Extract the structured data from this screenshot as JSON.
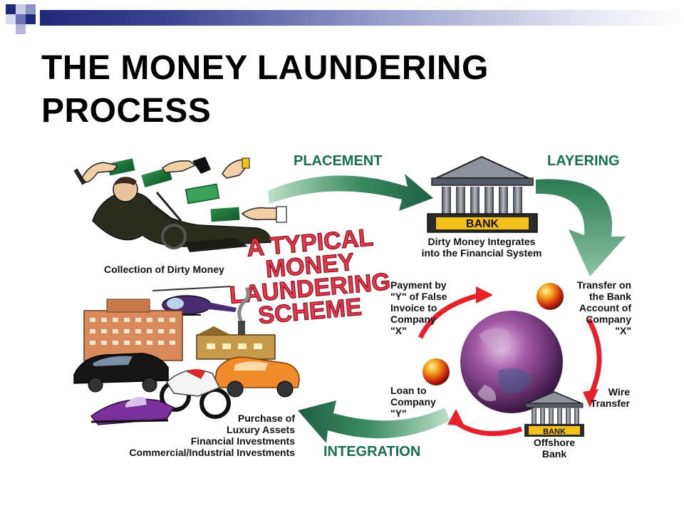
{
  "slide": {
    "title_lines": [
      "THE MONEY LAUNDERING",
      "PROCESS"
    ]
  },
  "diagram": {
    "scheme_lines": [
      "A TYPICAL",
      "MONEY",
      "LAUNDERING",
      "SCHEME"
    ],
    "stages": {
      "placement": "PLACEMENT",
      "layering": "LAYERING",
      "integration": "INTEGRATION"
    },
    "bank_sign": "BANK",
    "bank_caption": [
      "Dirty Money Integrates",
      "into the Financial System"
    ],
    "collection_caption": "Collection of Dirty Money",
    "payment_caption": [
      "Payment by",
      "\"Y\" of False",
      "Invoice to",
      "Company",
      "\"X\""
    ],
    "transfer_caption": [
      "Transfer on",
      "the Bank",
      "Account of",
      "Company",
      "\"X\""
    ],
    "loan_caption": [
      "Loan to",
      "Company",
      "\"Y\""
    ],
    "wire_caption": [
      "Wire",
      "Transfer"
    ],
    "offshore_sign": "BANK",
    "offshore_caption": [
      "Offshore",
      "Bank"
    ],
    "assets_caption": [
      "Purchase of",
      "Luxury Assets",
      "Financial Investments",
      "Commercial/Industrial Investments"
    ]
  },
  "colors": {
    "accent_navy": "#1f2a7a",
    "arrow_green": "#2f7a55",
    "cycle_red": "#e8202a",
    "scheme_red": "#e53a4c",
    "bank_sign_yellow": "#f2c21a",
    "globe_purple": "#7a3a7f"
  },
  "icons": [
    "hands-with-money-icon",
    "man-counting-money-icon",
    "bank-building-icon",
    "globe-icon",
    "offshore-bank-icon",
    "red-ball-icon",
    "helicopter-icon",
    "hotel-icon",
    "factory-icon",
    "sports-car-icon",
    "motorcycle-icon",
    "jet-ski-icon"
  ]
}
